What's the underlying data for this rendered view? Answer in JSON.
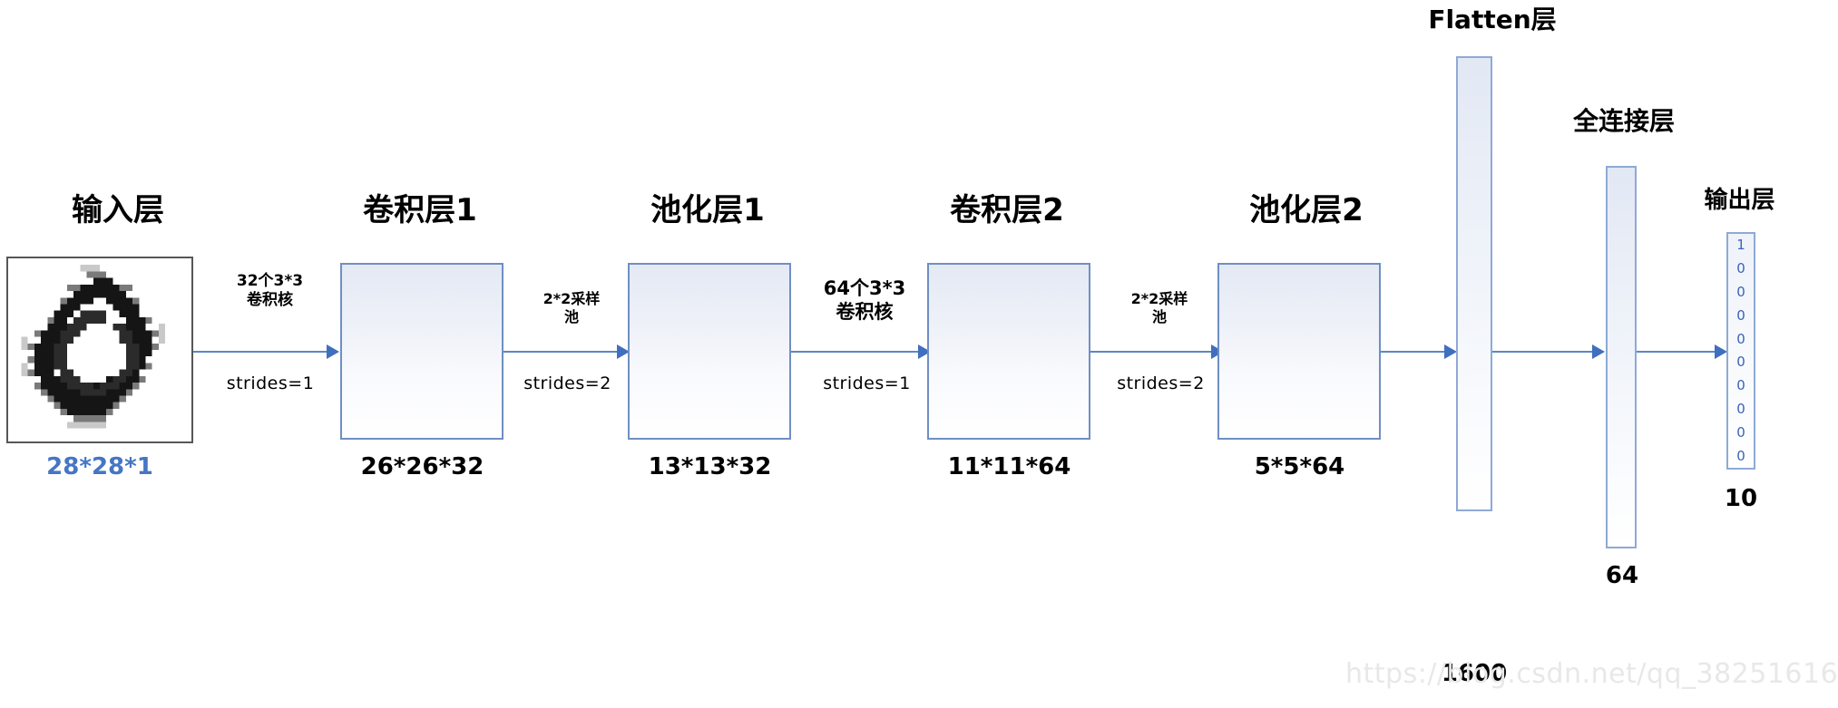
{
  "diagram": {
    "title_layers": {
      "input": "输入层",
      "conv1": "卷积层1",
      "pool1": "池化层1",
      "conv2": "卷积层2",
      "pool2": "池化层2",
      "flatten": "Flatten层",
      "dense": "全连接层",
      "output": "输出层"
    },
    "dimensions": {
      "input": "28*28*1",
      "conv1": "26*26*32",
      "pool1": "13*13*32",
      "conv2": "11*11*64",
      "pool2": "5*5*64",
      "flatten": "1600",
      "dense": "64",
      "output": "10"
    },
    "annotations": {
      "conv1_kernel_line1": "32个3*3",
      "conv1_kernel_line2": "卷积核",
      "conv1_strides": "strides=1",
      "pool1_kernel_line1": "2*2采样",
      "pool1_kernel_line2": "池",
      "pool1_strides": "strides=2",
      "conv2_kernel_line1": "64个3*3",
      "conv2_kernel_line2": "卷积核",
      "conv2_strides": "strides=1",
      "pool2_kernel_line1": "2*2采样",
      "pool2_kernel_line2": "池",
      "pool2_strides": "strides=2"
    },
    "output_vector": [
      "1",
      "0",
      "0",
      "0",
      "0",
      "0",
      "0",
      "0",
      "0",
      "0"
    ],
    "input_digit": "0",
    "watermark": "https://blog.csdn.net/qq_38251616",
    "colors": {
      "box_border": "#6f8fc4",
      "bar_border": "#8fa9d6",
      "arrow": "#5b87c8",
      "arrow_head": "#3f6fbf",
      "blue_text": "#4576c4",
      "onehot_text": "#3a63b5",
      "input_frame": "#575757",
      "watermark": "#e8e8e8"
    }
  }
}
